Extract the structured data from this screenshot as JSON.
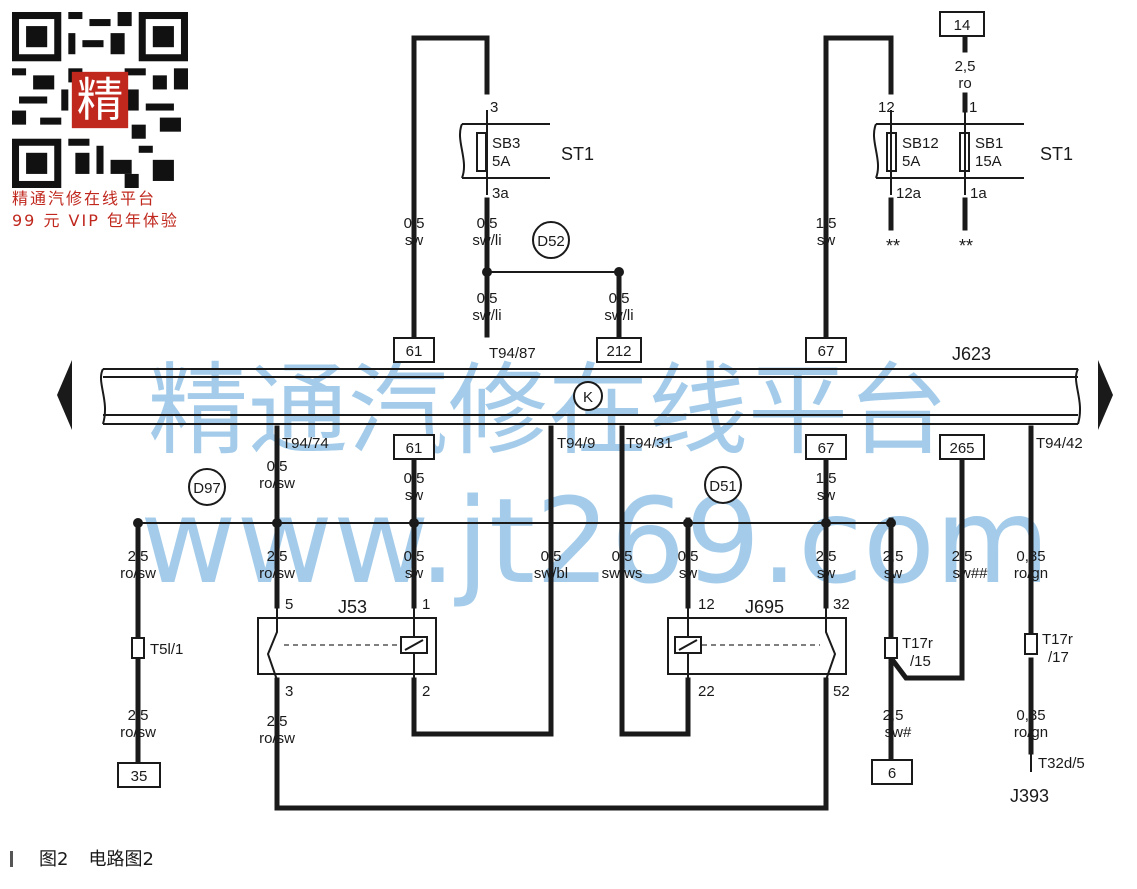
{
  "watermark": {
    "line1": "精通汽修在线平台",
    "line2": "www.jt269.com"
  },
  "promo": {
    "qr_char": "精",
    "line1": "精通汽修在线平台",
    "line2": "99 元 VIP 包年体验"
  },
  "caption": {
    "figure": "图2",
    "title": "电路图2"
  },
  "components": {
    "st1_left": "ST1",
    "st1_right": "ST1",
    "sb3": [
      "SB3",
      "5A"
    ],
    "sb12": [
      "SB12",
      "5A"
    ],
    "sb1": [
      "SB1",
      "15A"
    ],
    "j623": "J623",
    "j53": "J53",
    "j695": "J695",
    "j393": "J393"
  },
  "circles": [
    "D52",
    "K",
    "D97",
    "D51"
  ],
  "boxes": [
    "14",
    "61",
    "212",
    "67",
    "61",
    "67",
    "265",
    "35",
    "6"
  ],
  "pins": [
    "3",
    "3a",
    "12",
    "1",
    "12a",
    "1a",
    "T94/87",
    "T94/74",
    "T94/9",
    "T94/31",
    "T94/42",
    "5",
    "1",
    "3",
    "2",
    "12",
    "32",
    "22",
    "52",
    "T5l/1",
    "T17r",
    "/15",
    "T17r",
    "/17",
    "T32d/5"
  ],
  "wires": [
    [
      "0,5",
      "sw"
    ],
    [
      "0,5",
      "sw/li"
    ],
    [
      "0,5",
      "sw/li"
    ],
    [
      "0,5",
      "sw/li"
    ],
    [
      "1,5",
      "sw"
    ],
    [
      "2,5",
      "ro"
    ],
    [
      "0,5",
      "ro/sw"
    ],
    [
      "0,5",
      "sw"
    ],
    [
      "1,5",
      "sw"
    ],
    [
      "2,5",
      "ro/sw"
    ],
    [
      "2,5",
      "ro/sw"
    ],
    [
      "0,5",
      "sw"
    ],
    [
      "0,5",
      "sw/bl"
    ],
    [
      "0,5",
      "sw/ws"
    ],
    [
      "0,5",
      "sw"
    ],
    [
      "2,5",
      "sw"
    ],
    [
      "2,5",
      "sw"
    ],
    [
      "2,5",
      "sw##"
    ],
    [
      "0,35",
      "ro/gn"
    ],
    [
      "2,5",
      "ro/sw"
    ],
    [
      "2,5",
      "ro/sw"
    ],
    [
      "2,5",
      "sw#"
    ],
    [
      "0,35",
      "ro/gn"
    ]
  ],
  "marks": [
    "**",
    "**"
  ]
}
